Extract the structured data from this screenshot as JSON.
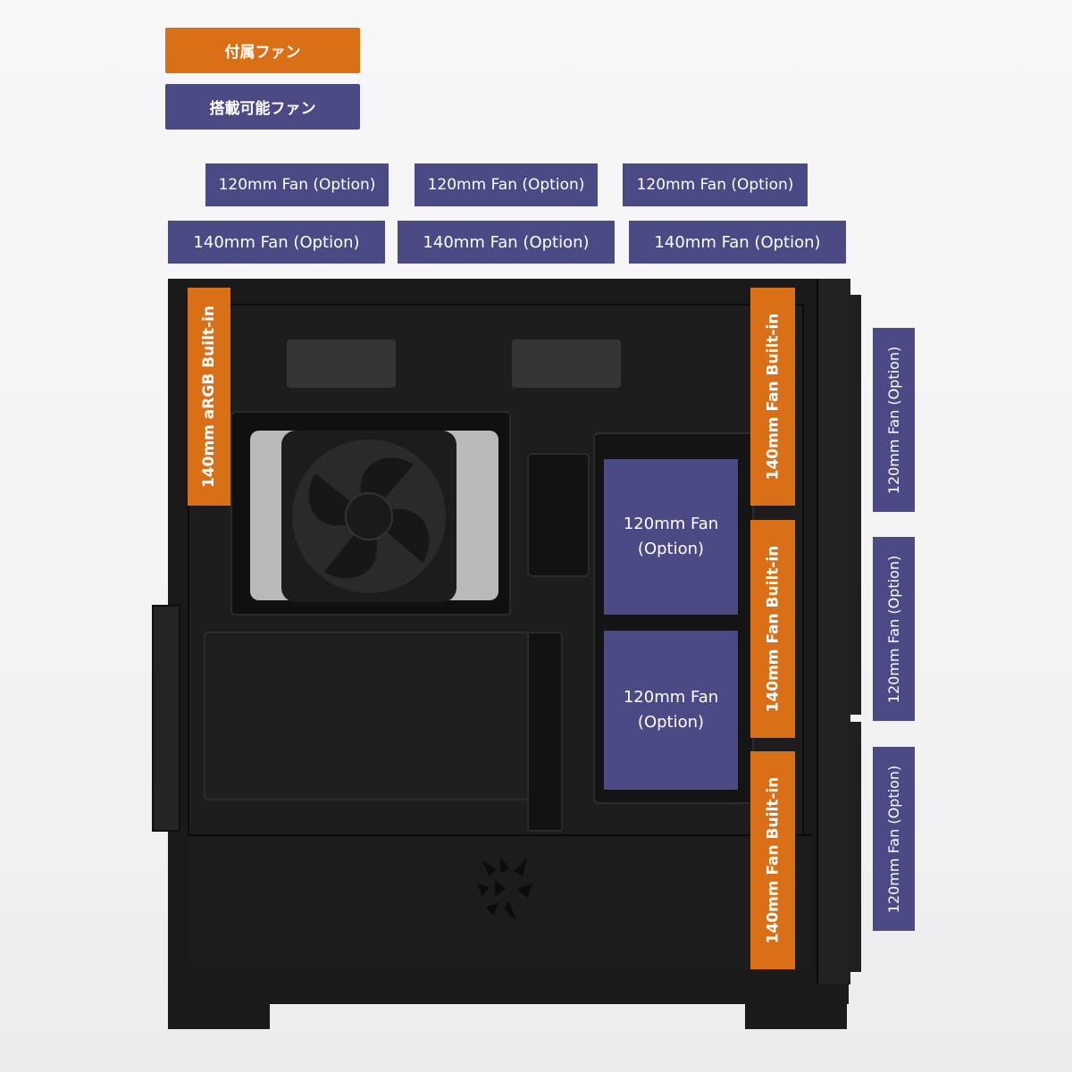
{
  "legend": {
    "included_label": "付属ファン",
    "mountable_label": "搭載可能ファン"
  },
  "top_fans": {
    "row_120": [
      "120mm Fan (Option)",
      "120mm Fan (Option)",
      "120mm Fan (Option)"
    ],
    "row_140": [
      "140mm Fan (Option)",
      "140mm Fan (Option)",
      "140mm Fan (Option)"
    ]
  },
  "rear_fan_label": "140mm aRGB Built-in",
  "front_builtin": [
    "140mm Fan Built-in",
    "140mm Fan Built-in",
    "140mm Fan Built-in"
  ],
  "side_options": [
    "120mm Fan (Option)",
    "120mm Fan (Option)",
    "120mm Fan (Option)"
  ],
  "cage_fans": [
    "120mm Fan\n(Option)",
    "120mm Fan\n(Option)"
  ],
  "colors": {
    "included": "#d96f16",
    "mountable": "#4b4a84",
    "case": "#1a1a1b"
  }
}
